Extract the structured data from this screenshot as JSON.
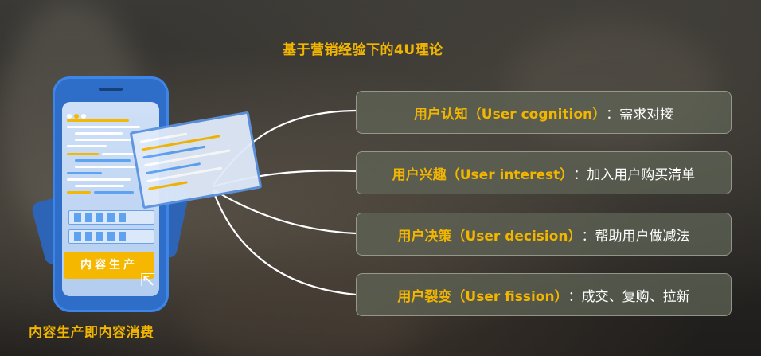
{
  "title": "基于营销经验下的4U理论",
  "caption": "内容生产即内容消费",
  "phone": {
    "button_label": "内容生产"
  },
  "items": [
    {
      "name": "用户认知（User cognition）",
      "separator": "：",
      "desc": "需求对接"
    },
    {
      "name": "用户兴趣（User interest）",
      "separator": "：",
      "desc": "加入用户购买清单"
    },
    {
      "name": "用户决策（User decision）",
      "separator": "：",
      "desc": "帮助用户做减法"
    },
    {
      "name": "用户裂变（User fission）",
      "separator": "：",
      "desc": "成交、复购、拉新"
    }
  ],
  "colors": {
    "accent": "#f2b600",
    "phone": "#2e6ec8",
    "box_bg": "#5f6455"
  }
}
